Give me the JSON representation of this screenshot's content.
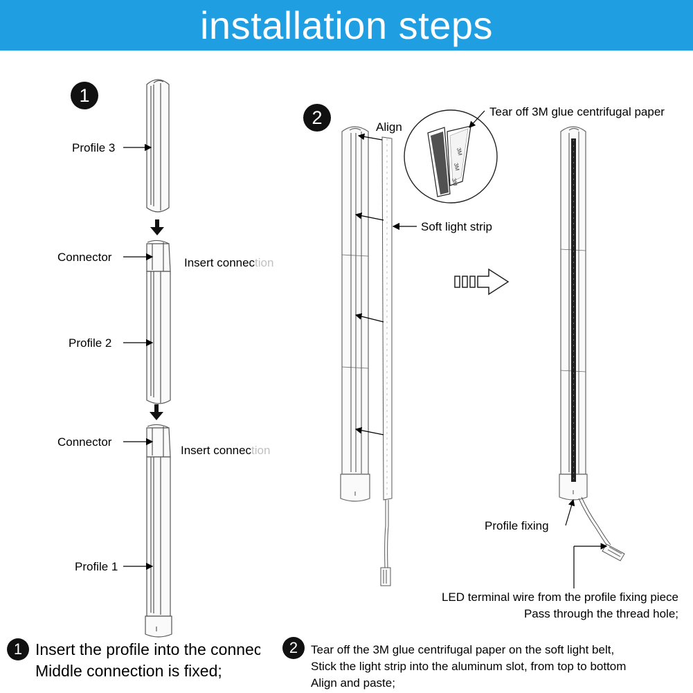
{
  "header": {
    "title": "installation steps",
    "color": "#1f9ee2"
  },
  "step1": {
    "badge": "1",
    "labels": {
      "profile3": "Profile 3",
      "connector_top": "Connector",
      "insert_top": "Insert connection",
      "profile2": "Profile 2",
      "connector_bottom": "Connector",
      "insert_bottom": "Insert connection",
      "profile1": "Profile 1"
    },
    "caption": {
      "badge": "1",
      "line1": "Insert the profile into the connector",
      "line2": "Middle connection is fixed;"
    }
  },
  "step2": {
    "badge": "2",
    "labels": {
      "align": "Align",
      "tear_off": "Tear off 3M glue centrifugal paper",
      "soft_strip": "Soft light strip",
      "profile_fixing": "Profile fixing",
      "tape_mark": "3M",
      "led_wire_line1": "LED terminal wire from the profile fixing piece",
      "led_wire_line2": "Pass through the thread hole;"
    },
    "caption": {
      "badge": "2",
      "line1": "Tear off the 3M glue centrifugal paper on the soft light belt,",
      "line2": "Stick the light strip into the aluminum slot, from top to bottom",
      "line3": "Align and paste;"
    }
  }
}
